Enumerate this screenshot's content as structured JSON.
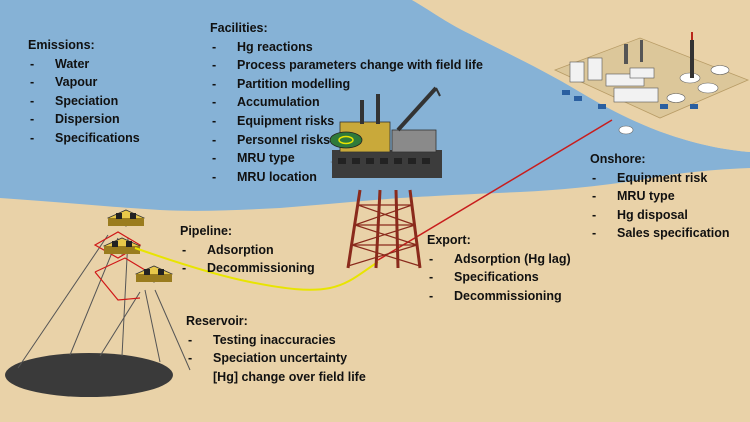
{
  "colors": {
    "sea": "#86b2d6",
    "land": "#e9d2a8",
    "text": "#111111",
    "reservoir": "#3a3a3a",
    "pipeline": "#e8e400",
    "export_line": "#c81d1d",
    "platform_leg": "#8a2a1c"
  },
  "emissions": {
    "title": "Emissions:",
    "items": [
      {
        "text": "Water",
        "dash": true
      },
      {
        "text": "Vapour",
        "dash": true
      },
      {
        "text": "Speciation",
        "dash": true
      },
      {
        "text": "Dispersion",
        "dash": true
      },
      {
        "text": "Specifications",
        "dash": true
      }
    ]
  },
  "facilities": {
    "title": "Facilities:",
    "items": [
      {
        "text": "Hg reactions",
        "dash": true
      },
      {
        "text": "Process parameters change with field life",
        "dash": true
      },
      {
        "text": "Partition modelling",
        "dash": true
      },
      {
        "text": "Accumulation",
        "dash": true
      },
      {
        "text": "Equipment risks",
        "dash": true
      },
      {
        "text": "Personnel risks",
        "dash": true
      },
      {
        "text": "MRU type",
        "dash": true
      },
      {
        "text": "MRU location",
        "dash": true
      }
    ]
  },
  "onshore": {
    "title": "Onshore:",
    "items": [
      {
        "text": "Equipment risk",
        "dash": true
      },
      {
        "text": "MRU type",
        "dash": true
      },
      {
        "text": "Hg disposal",
        "dash": true
      },
      {
        "text": "Sales specification",
        "dash": true
      }
    ]
  },
  "pipeline": {
    "title": "Pipeline:",
    "items": [
      {
        "text": "Adsorption",
        "dash": true
      },
      {
        "text": "Decommissioning",
        "dash": true
      }
    ]
  },
  "export": {
    "title": "Export:",
    "items": [
      {
        "text": "Adsorption (Hg lag)",
        "dash": true
      },
      {
        "text": "Specifications",
        "dash": true
      },
      {
        "text": "Decommissioning",
        "dash": true
      }
    ]
  },
  "reservoir": {
    "title": "Reservoir:",
    "items": [
      {
        "text": "Testing inaccuracies",
        "dash": true
      },
      {
        "text": "Speciation uncertainty",
        "dash": true
      },
      {
        "text": "[Hg] change over field life",
        "dash": false
      }
    ]
  }
}
